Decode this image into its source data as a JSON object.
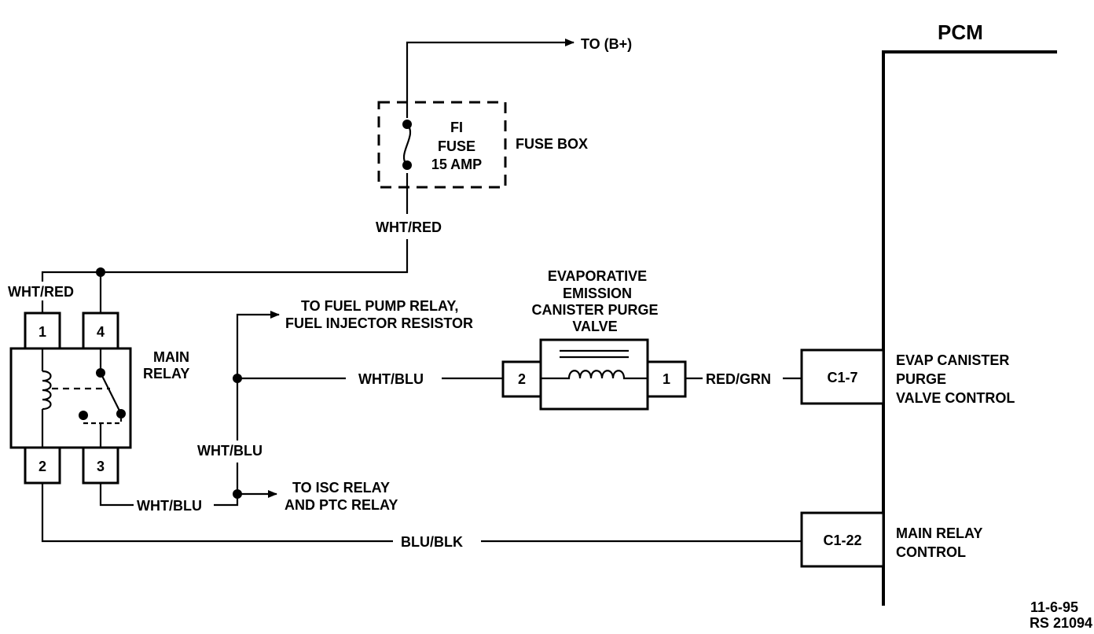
{
  "pcm": {
    "title": "PCM"
  },
  "battery": {
    "label": "TO (B+)"
  },
  "fuse_box": {
    "label": "FUSE BOX",
    "fuse_lines": [
      "FI",
      "FUSE",
      "15 AMP"
    ]
  },
  "wires": {
    "wht_red_fuse": "WHT/RED",
    "wht_red_relay": "WHT/RED",
    "wht_blu_vertical": "WHT/BLU",
    "wht_blu_valve": "WHT/BLU",
    "wht_blu_pin3": "WHT/BLU",
    "red_grn": "RED/GRN",
    "blu_blk": "BLU/BLK"
  },
  "main_relay": {
    "label_lines": [
      "MAIN",
      "RELAY"
    ],
    "pins": [
      "1",
      "4",
      "2",
      "3"
    ]
  },
  "fuel_pump": {
    "lines": [
      "TO FUEL PUMP RELAY,",
      "FUEL INJECTOR RESISTOR"
    ]
  },
  "isc": {
    "lines": [
      "TO ISC RELAY",
      "AND PTC RELAY"
    ]
  },
  "valve": {
    "title_lines": [
      "EVAPORATIVE",
      "EMISSION",
      "CANISTER PURGE",
      "VALVE"
    ],
    "pin_left": "2",
    "pin_right": "1"
  },
  "connectors": {
    "c1_7": {
      "label": "C1-7",
      "desc_lines": [
        "EVAP CANISTER",
        "PURGE",
        "VALVE CONTROL"
      ]
    },
    "c1_22": {
      "label": "C1-22",
      "desc_lines": [
        "MAIN RELAY",
        "CONTROL"
      ]
    }
  },
  "footer": {
    "date": "11-6-95",
    "ref": "RS 21094"
  }
}
